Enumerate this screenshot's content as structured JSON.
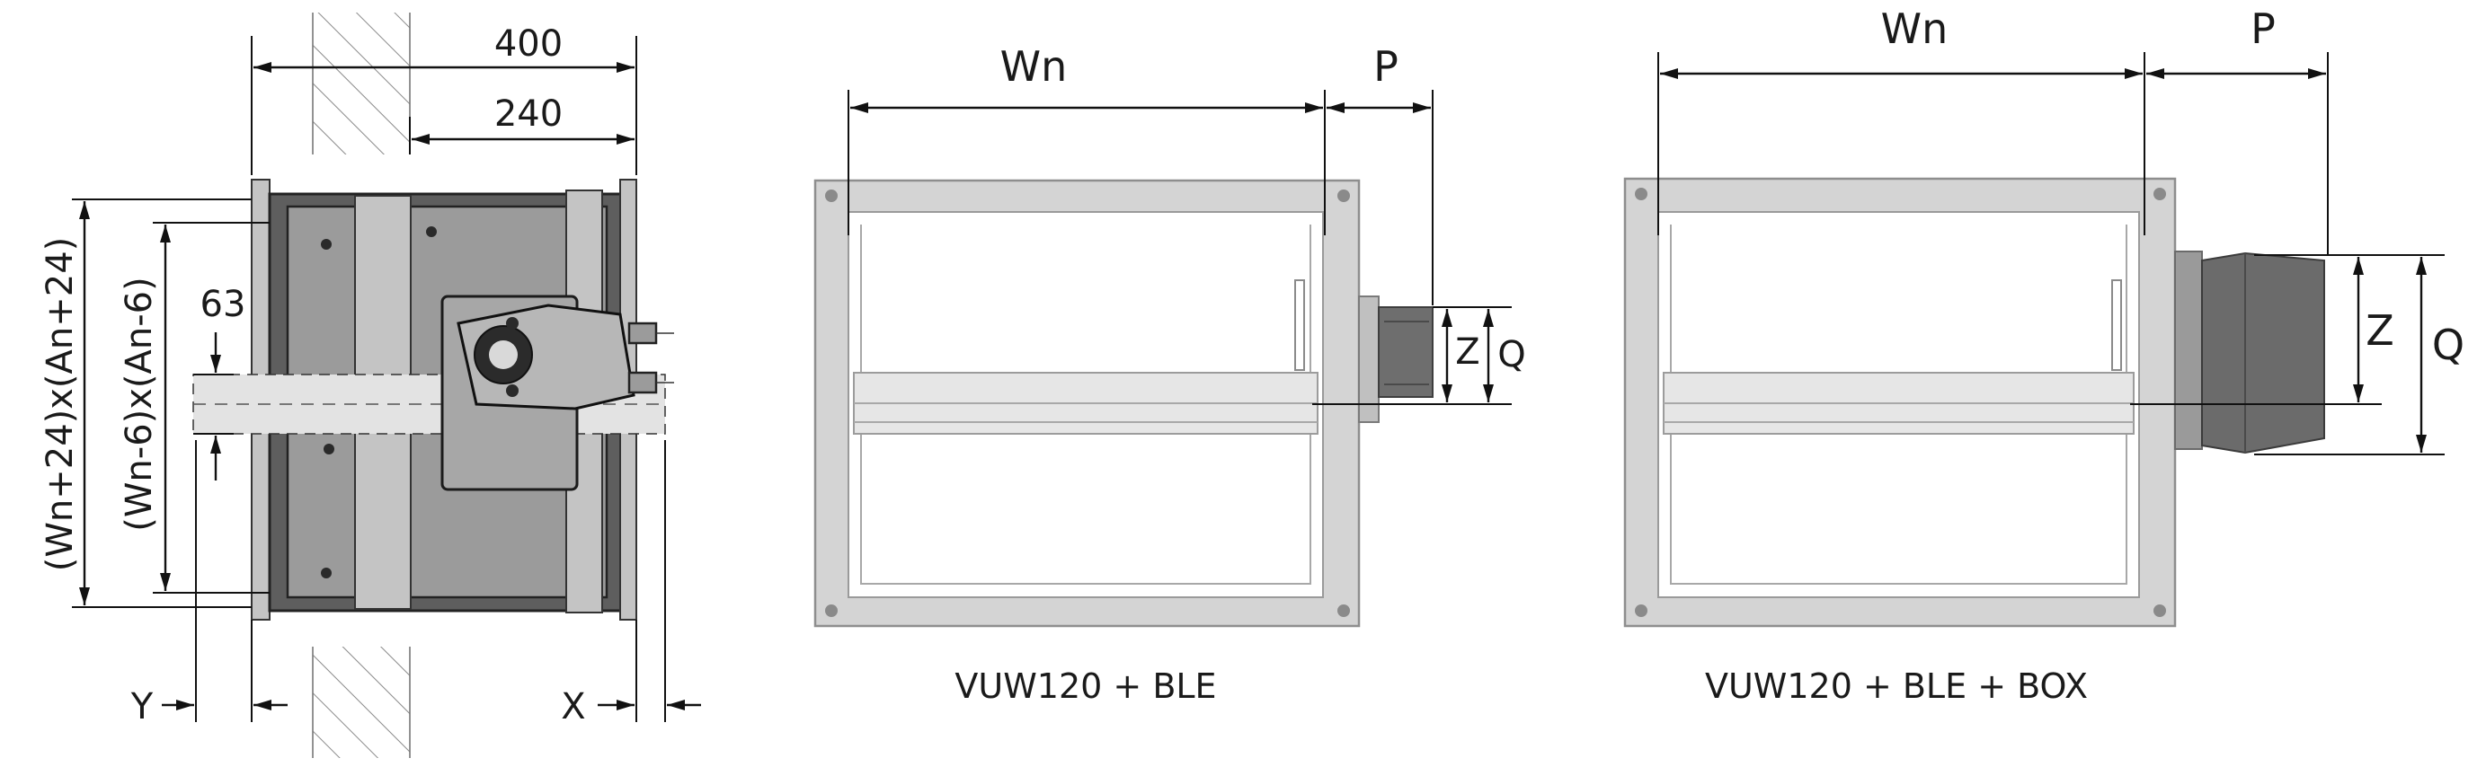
{
  "left_view": {
    "dims": {
      "overall_depth": "400",
      "inner_depth": "240",
      "blade_offset": "63",
      "outer_size": "(Wn+24)x(An+24)",
      "inner_size": "(Wn-6)x(An-6)",
      "offset_y": "Y",
      "offset_x": "X"
    }
  },
  "middle_view": {
    "dims": {
      "width": "Wn",
      "protrusion": "P",
      "z": "Z",
      "q": "Q"
    },
    "caption": "VUW120 + BLE"
  },
  "right_view": {
    "dims": {
      "width": "Wn",
      "protrusion": "P",
      "z": "Z",
      "q": "Q"
    },
    "caption": "VUW120 + BLE + BOX"
  },
  "colors": {
    "frame": "#d4d4d4",
    "housing": "#5e5e5e",
    "actuator": "#a7a7a7",
    "wall_hatch": "#777777"
  }
}
